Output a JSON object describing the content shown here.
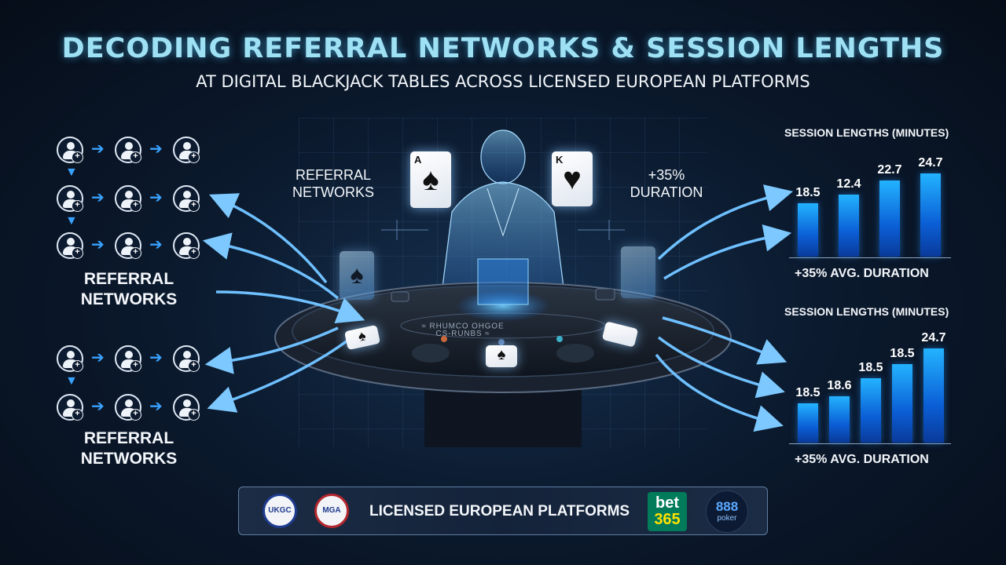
{
  "header": {
    "title": "DECODING REFERRAL NETWORKS & SESSION LENGTHS",
    "subtitle": "AT DIGITAL BLACKJACK TABLES ACROSS LICENSED EUROPEAN PLATFORMS"
  },
  "left_labels": {
    "top": "REFERRAL NETWORKS",
    "bottom": "REFERRAL NETWORKS"
  },
  "center_labels": {
    "left": "REFERRAL NETWORKS",
    "right": "+35% DURATION"
  },
  "cards": {
    "spade_index": "A",
    "heart_index": "K",
    "spade_suit": "♠",
    "heart_suit": "♥"
  },
  "table_text": "≈ RHUMCO OHGOE CS-RUNBS ≈",
  "charts": {
    "top": {
      "title": "SESSION LENGTHS (MINUTES)",
      "caption": "+35% AVG. DURATION",
      "bar_labels": [
        "18.5",
        "12.4",
        "22.7",
        "24.7"
      ]
    },
    "bottom": {
      "title": "SESSION LENGTHS (MINUTES)",
      "caption": "+35% AVG. DURATION",
      "bar_labels": [
        "18.5",
        "18.6",
        "18.5",
        "18.5",
        "24.7"
      ]
    }
  },
  "chart_data": [
    {
      "type": "bar",
      "title": "SESSION LENGTHS (MINUTES)",
      "values": [
        18.5,
        12.4,
        22.7,
        24.7
      ],
      "caption": "+35% AVG. DURATION"
    },
    {
      "type": "bar",
      "title": "SESSION LENGTHS (MINUTES)",
      "values": [
        18.5,
        18.6,
        18.5,
        18.5,
        24.7
      ],
      "caption": "+35% AVG. DURATION"
    }
  ],
  "footer": {
    "label": "LICENSED EUROPEAN PLATFORMS",
    "logos": {
      "ukgc": "UKGC",
      "mga": "MGA",
      "bet365_top": "bet",
      "bet365_bottom": "365",
      "p888_top": "888",
      "p888_bottom": "poker"
    }
  },
  "colors": {
    "accent_cyan": "#9fe1f4",
    "arrow_blue": "#3aa2ff",
    "bar_blue": "#1a8cff",
    "bet365_green": "#027b5b",
    "bet365_yellow": "#ffe100"
  }
}
